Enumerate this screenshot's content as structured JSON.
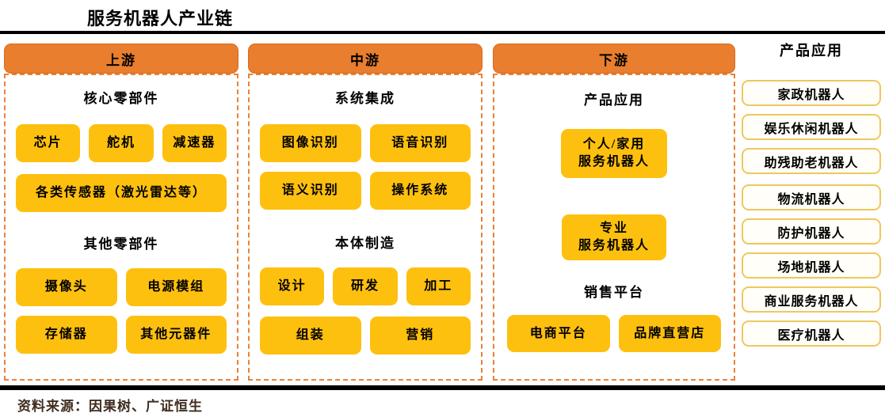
{
  "page": {
    "title": "服务机器人产业链",
    "source": "资料来源：因果树、广证恒生"
  },
  "colors": {
    "header_orange": "#E87E2E",
    "header_border": "#D96A1E",
    "dash_orange": "#E8823B",
    "chip_gold": "#FEC00F",
    "app_border": "#EFC75E",
    "app_bg": "#FFFEF8",
    "rule_black": "#000000",
    "source_text": "#3F2D20"
  },
  "columns": [
    {
      "header": "上游",
      "sections": [
        {
          "title": "核心零部件",
          "rows": [
            [
              "芯片",
              "舵机",
              "减速器"
            ],
            [
              "各类传感器（激光雷达等）"
            ]
          ]
        },
        {
          "title": "其他零部件",
          "rows": [
            [
              "摄像头",
              "电源模组"
            ],
            [
              "存储器",
              "其他元器件"
            ]
          ]
        }
      ]
    },
    {
      "header": "中游",
      "sections": [
        {
          "title": "系统集成",
          "rows": [
            [
              "图像识别",
              "语音识别"
            ],
            [
              "语义识别",
              "操作系统"
            ]
          ]
        },
        {
          "title": "本体制造",
          "rows": [
            [
              "设计",
              "研发",
              "加工"
            ],
            [
              "组装",
              "营销"
            ]
          ]
        }
      ]
    },
    {
      "header": "下游",
      "sections": [
        {
          "title": "产品应用",
          "rows": [
            [
              "个人/家用\n服务机器人"
            ],
            [
              "专业\n服务机器人"
            ]
          ]
        },
        {
          "title": "销售平台",
          "rows": [
            [
              "电商平台",
              "品牌直营店"
            ]
          ]
        }
      ]
    }
  ],
  "applications": {
    "header": "产品应用",
    "groups": [
      [
        "家政机器人",
        "娱乐休闲机器人",
        "助残助老机器人"
      ],
      [
        "物流机器人",
        "防护机器人",
        "场地机器人",
        "商业服务机器人",
        "医疗机器人"
      ]
    ]
  }
}
